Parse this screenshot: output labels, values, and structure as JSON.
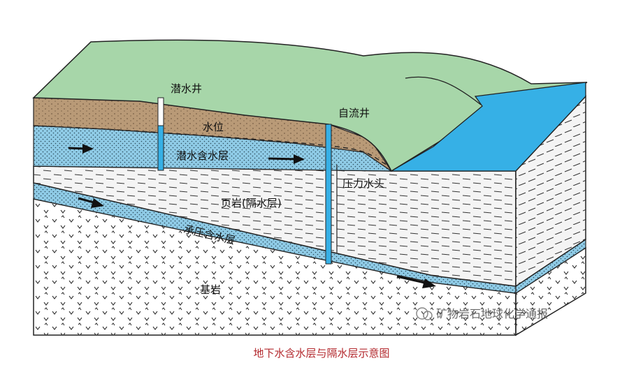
{
  "labels": {
    "unconfined_well": "潜水井",
    "artesian_well": "自流井",
    "water_table": "水位",
    "unconfined_aquifer": "潜水含水层",
    "pressure_head": "压力水头",
    "shale": "页岩(隔水层)",
    "confined_aquifer": "承压含水层",
    "bedrock": "基岩"
  },
  "watermark": "矿物岩石地球化学通报",
  "caption": "地下水含水层与隔水层示意图",
  "colors": {
    "grass": "#a7d6a9",
    "soil": "#b99a77",
    "aquifer": "#8fcbe6",
    "lake": "#36b0e6",
    "shale": "#f4f4f4",
    "bedrock": "#ffffff",
    "caption": "#b3282d"
  }
}
